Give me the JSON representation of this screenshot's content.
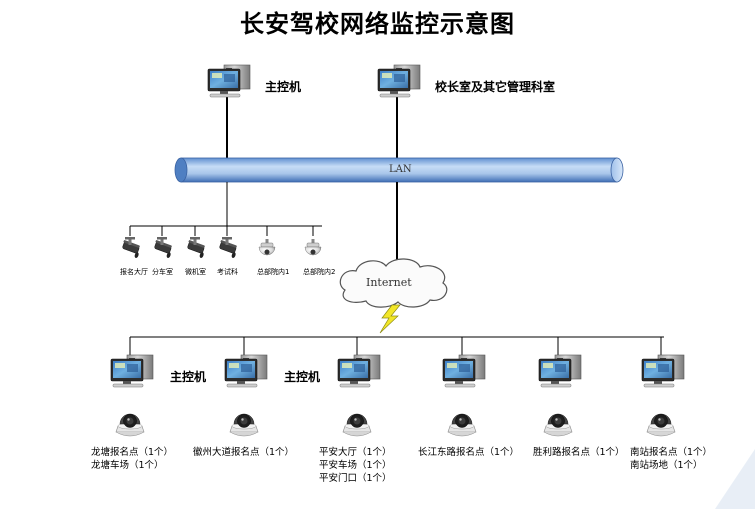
{
  "title": "长安驾校网络监控示意图",
  "top_nodes": {
    "main_control": "主控机",
    "principal_office": "校长室及其它管理科室"
  },
  "lan_label": "LAN",
  "internet_label": "Internet",
  "local_cameras": [
    {
      "label": "报名大厅",
      "icon": "bullet-camera-icon"
    },
    {
      "label": "分车室",
      "icon": "bullet-camera-icon"
    },
    {
      "label": "微机室",
      "icon": "bullet-camera-icon"
    },
    {
      "label": "考试科",
      "icon": "bullet-camera-icon"
    },
    {
      "label": "总部院内1",
      "icon": "speed-dome-camera-icon"
    },
    {
      "label": "总部院内2",
      "icon": "speed-dome-camera-icon"
    }
  ],
  "branch_sites": [
    {
      "pc_label": "主控机",
      "lines": [
        "龙塘报名点（1个）",
        "龙塘车场（1个）"
      ]
    },
    {
      "pc_label": "主控机",
      "lines": [
        "徽州大道报名点（1个）"
      ]
    },
    {
      "pc_label": "",
      "lines": [
        "平安大厅（1个）",
        "平安车场（1个）",
        "平安门口（1个）"
      ]
    },
    {
      "pc_label": "",
      "lines": [
        "长江东路报名点（1个）"
      ]
    },
    {
      "pc_label": "",
      "lines": [
        "胜利路报名点（1个）"
      ]
    },
    {
      "pc_label": "",
      "lines": [
        "南站报名点（1个）",
        "南站场地（1个）"
      ]
    }
  ]
}
